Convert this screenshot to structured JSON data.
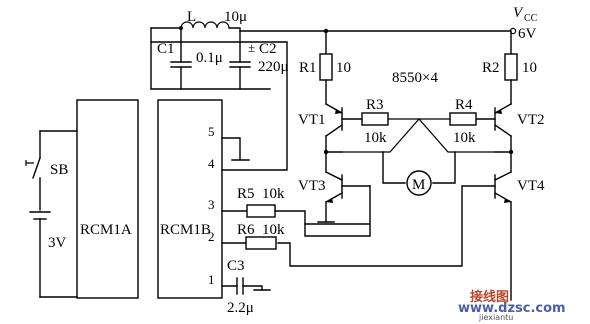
{
  "supply": {
    "v_label": "V",
    "v_sub": "CC",
    "voltage": "6V"
  },
  "inductor": {
    "name": "L",
    "value": "10μ"
  },
  "c1": {
    "name": "C1",
    "value": "0.1μ"
  },
  "c2": {
    "name": "C2",
    "polarity": "±",
    "value": "220μ"
  },
  "r1": {
    "name": "R1",
    "value": "10"
  },
  "r2": {
    "name": "R2",
    "value": "10"
  },
  "r3": {
    "name": "R3",
    "value": "10k"
  },
  "r4": {
    "name": "R4",
    "value": "10k"
  },
  "r5": {
    "name": "R5",
    "value": "10k"
  },
  "r6": {
    "name": "R6",
    "value": "10k"
  },
  "c3": {
    "name": "C3",
    "value": "2.2μ"
  },
  "part_note": "8550×4",
  "transistors": {
    "vt1": "VT1",
    "vt2": "VT2",
    "vt3": "VT3",
    "vt4": "VT4"
  },
  "motor": {
    "label": "M"
  },
  "switch": {
    "name": "SB"
  },
  "battery": {
    "value": "3V"
  },
  "modules": {
    "tx": {
      "name": "RCM1A"
    },
    "rx": {
      "name": "RCM1B",
      "pins": [
        "5",
        "4",
        "3",
        "2",
        "1"
      ]
    }
  },
  "watermark": {
    "site_cn": "接线图",
    "site_url": "www.dzsc.com",
    "site_sub": "jiexiantu"
  }
}
